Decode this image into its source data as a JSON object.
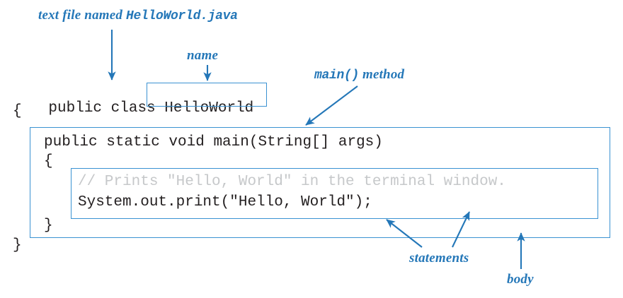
{
  "figure": {
    "kind": "annotated-java-code-diagram",
    "accent_color": "#2477b8",
    "box_border_color": "#3a92d2",
    "code_color": "#231f20",
    "comment_color": "#c6c8ca",
    "background": "#ffffff"
  },
  "annotations": {
    "file_label_prefix": "text file named ",
    "file_label_filename": "HelloWorld.java",
    "name_label": "name",
    "main_method_label_mono": "main()",
    "main_method_label_serif": " method",
    "statements_label": "statements",
    "body_label": "body"
  },
  "code": {
    "line_class_decl_prefix": "public class ",
    "class_name": "HelloWorld",
    "line_class_open_brace": "{",
    "line_method_signature": "public static void main(String[] args)",
    "line_method_open_brace": "{",
    "line_comment": "// Prints \"Hello, World\" in the terminal window.",
    "line_statement": "System.out.print(\"Hello, World\");",
    "line_method_close_brace": "}",
    "line_class_close_brace": "}"
  },
  "boxes": {
    "class_name_box": "HelloWorld",
    "method_body_box": "main() method body",
    "statements_box": "statements block"
  }
}
